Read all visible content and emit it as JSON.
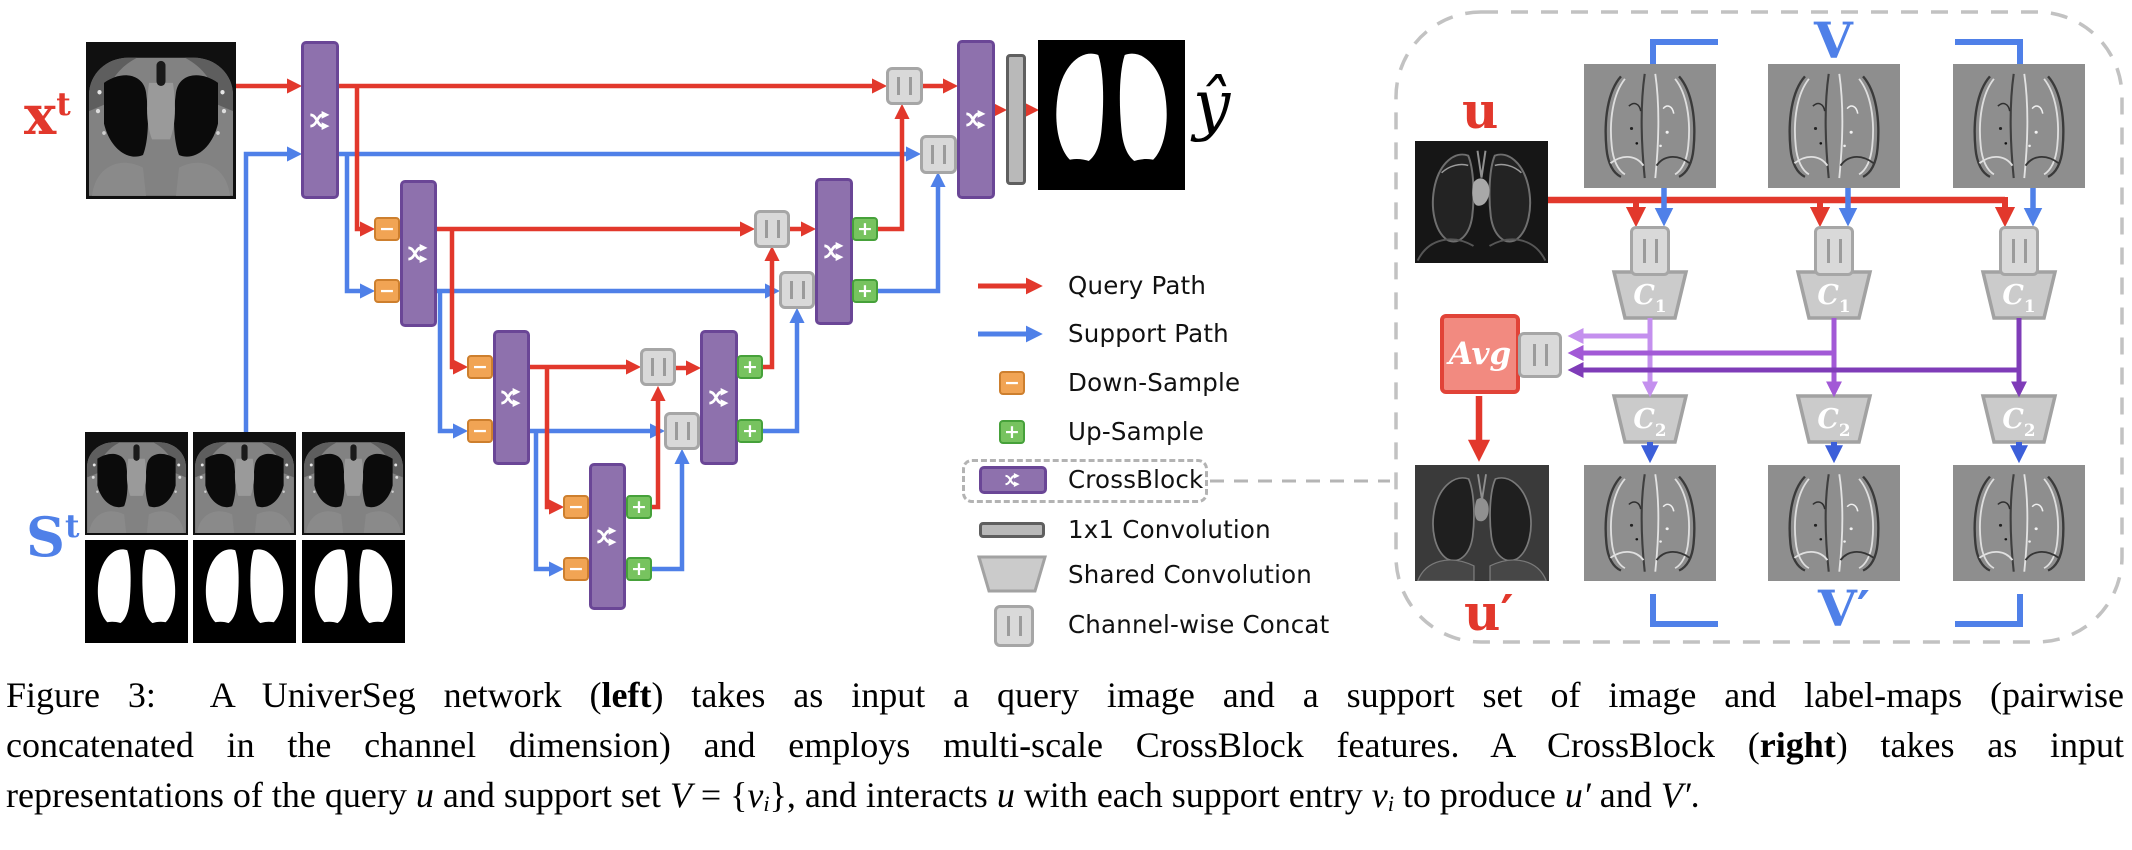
{
  "diagram": {
    "left": {
      "query_label": {
        "base": "x",
        "sup": "t"
      },
      "support_label": {
        "base": "S",
        "sup": "t"
      },
      "output_label": "ŷ"
    },
    "right": {
      "query_label": "u",
      "support_label": "V",
      "query_out_label": {
        "base": "u",
        "prime": "′"
      },
      "support_out_label": {
        "base": "V",
        "prime": "′"
      },
      "avg_label": "Avg",
      "conv1_label": {
        "base": "C",
        "sub": "1"
      },
      "conv2_label": {
        "base": "C",
        "sub": "2"
      }
    }
  },
  "icons": {
    "minus": "−",
    "plus": "+"
  },
  "legend": {
    "items": [
      {
        "icon": "query-arrow-icon",
        "label": "Query Path"
      },
      {
        "icon": "support-arrow-icon",
        "label": "Support Path"
      },
      {
        "icon": "downsample-icon",
        "label": "Down-Sample"
      },
      {
        "icon": "upsample-icon",
        "label": "Up-Sample"
      },
      {
        "icon": "crossblock-icon",
        "label": "CrossBlock"
      },
      {
        "icon": "conv1x1-icon",
        "label": "1x1 Convolution"
      },
      {
        "icon": "shared-conv-icon",
        "label": "Shared Convolution"
      },
      {
        "icon": "concat-icon",
        "label": "Channel-wise Concat"
      }
    ]
  },
  "caption": {
    "lines": [
      [
        {
          "t": "Figure 3:  A UniverSeg network (",
          "s": "p"
        },
        {
          "t": "left",
          "s": "b"
        },
        {
          "t": ") takes as input a query image and a support set of image and label-maps (pairwise",
          "s": "p"
        }
      ],
      [
        {
          "t": "concatenated in the channel dimension) and employs multi-scale CrossBlock features. A CrossBlock (",
          "s": "p"
        },
        {
          "t": "right",
          "s": "b"
        },
        {
          "t": ") takes as input",
          "s": "p"
        }
      ],
      [
        {
          "t": "representations of the query ",
          "s": "p"
        },
        {
          "t": "u",
          "s": "i"
        },
        {
          "t": " and support set ",
          "s": "p"
        },
        {
          "t": "V",
          "s": "i"
        },
        {
          "t": " = {",
          "s": "p"
        },
        {
          "t": "v",
          "s": "i"
        },
        {
          "t": "i",
          "s": "isub"
        },
        {
          "t": "}, and interacts ",
          "s": "p"
        },
        {
          "t": "u",
          "s": "i"
        },
        {
          "t": " with each support entry ",
          "s": "p"
        },
        {
          "t": "v",
          "s": "i"
        },
        {
          "t": "i",
          "s": "isub"
        },
        {
          "t": " to produce ",
          "s": "p"
        },
        {
          "t": "u′",
          "s": "i"
        },
        {
          "t": " and ",
          "s": "p"
        },
        {
          "t": "V′",
          "s": "i"
        },
        {
          "t": ".",
          "s": "p"
        }
      ]
    ]
  },
  "colors": {
    "query": "#e2382c",
    "support": "#4f80e8",
    "crossblock": "#8e71ad",
    "crossblock_border": "#6a4696",
    "downsample": "#f1a454",
    "downsample_border": "#cd7f2e",
    "upsample": "#77c35f",
    "upsample_border": "#46a13a",
    "concat": "#d9d9d9",
    "concat_border": "#a6a6a6",
    "conv1x1": "#b9b9b9",
    "conv1x1_border": "#5f5f5f",
    "trapezoid": "#cbcbcb",
    "trapezoid_border": "#a2a2a2",
    "avg": "#f28a80",
    "avg_border": "#e14338",
    "purple_light": "#c490ee",
    "purple_medium": "#a259d6",
    "purple_dark": "#7f3cb8",
    "royal": "#3c5fd9",
    "dash": "#c2c2c2",
    "text": "#111111"
  }
}
